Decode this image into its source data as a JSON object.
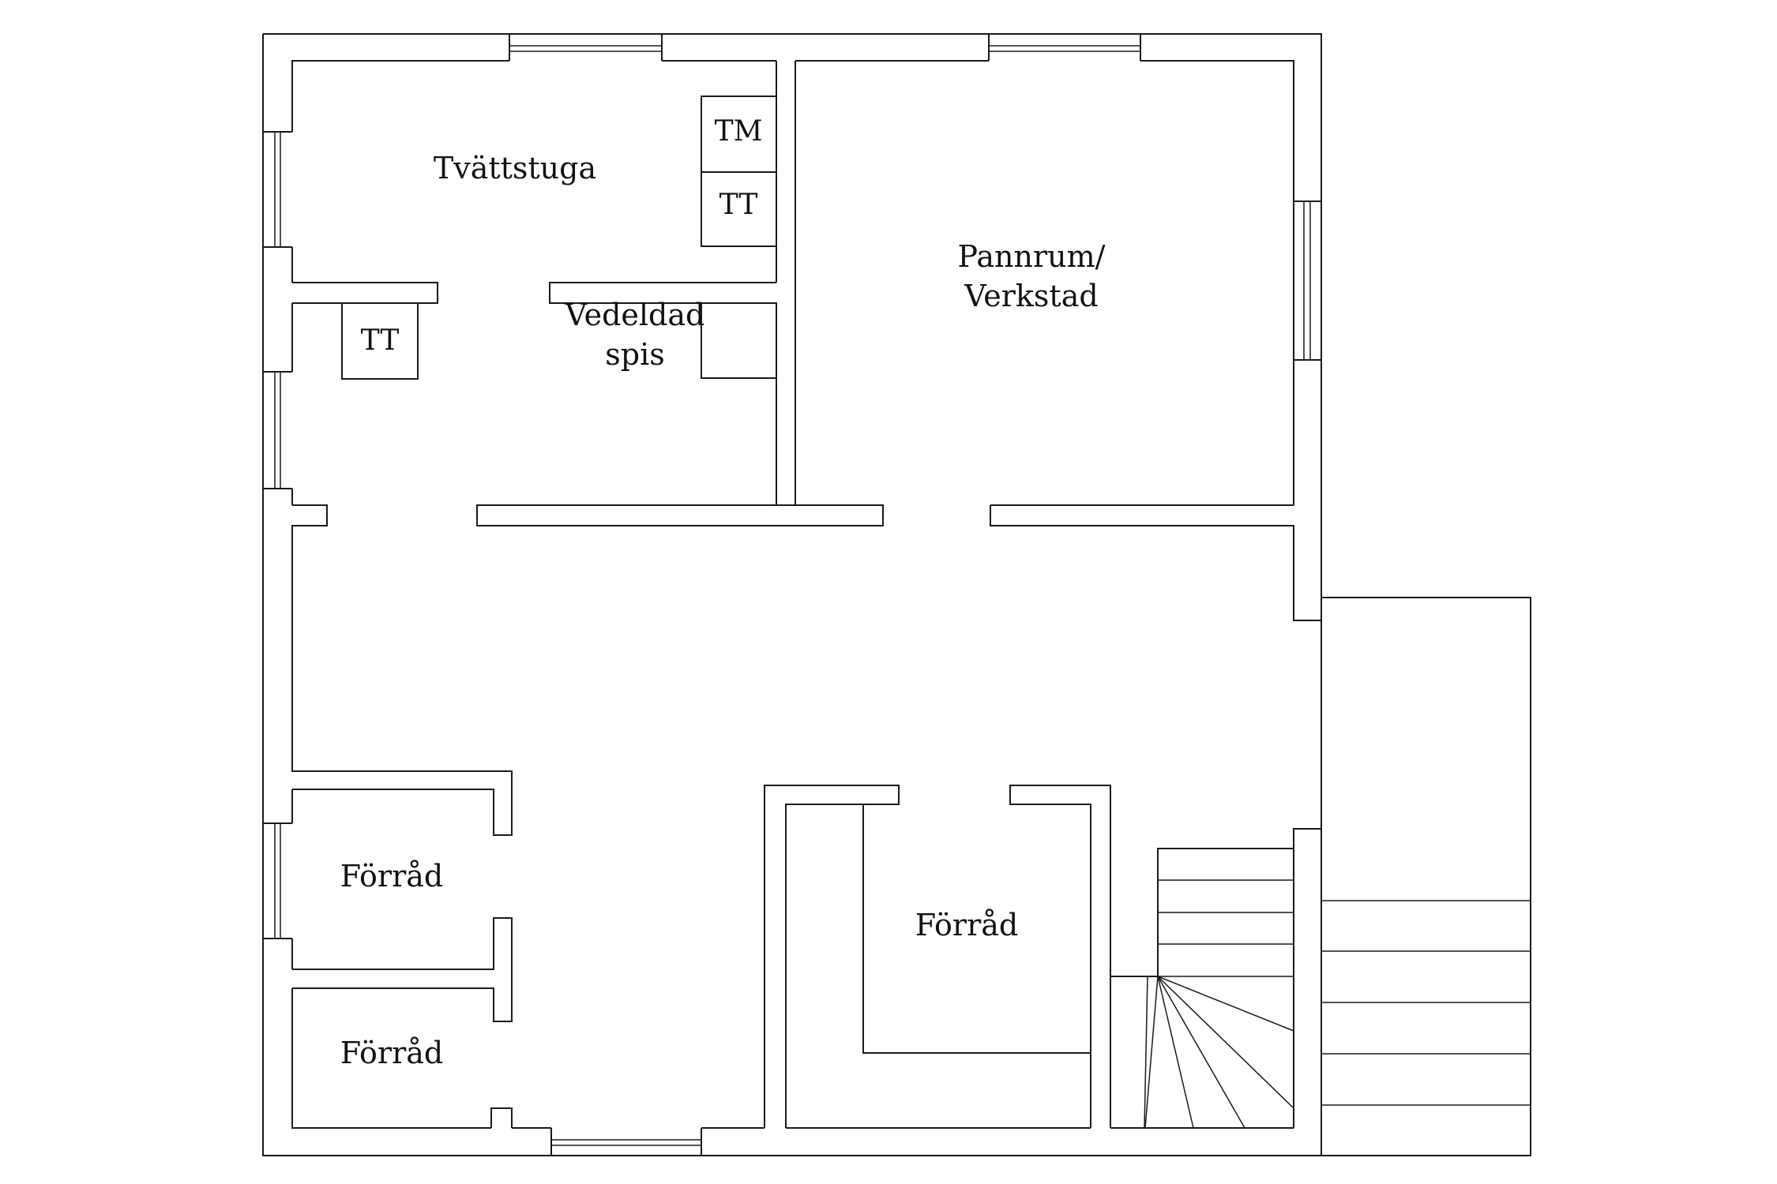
{
  "floorplan": {
    "rooms": {
      "tvattstuga": "Tvättstuga",
      "vedeldad_line1": "Vedeldad",
      "vedeldad_line2": "spis",
      "pannrum_line1": "Pannrum/",
      "pannrum_line2": "Verkstad",
      "forrad_upper_left": "Förråd",
      "forrad_lower_left": "Förråd",
      "forrad_middle": "Förråd"
    },
    "appliances": {
      "tm": "TM",
      "tt_upper": "TT",
      "tt_lower": "TT"
    }
  }
}
